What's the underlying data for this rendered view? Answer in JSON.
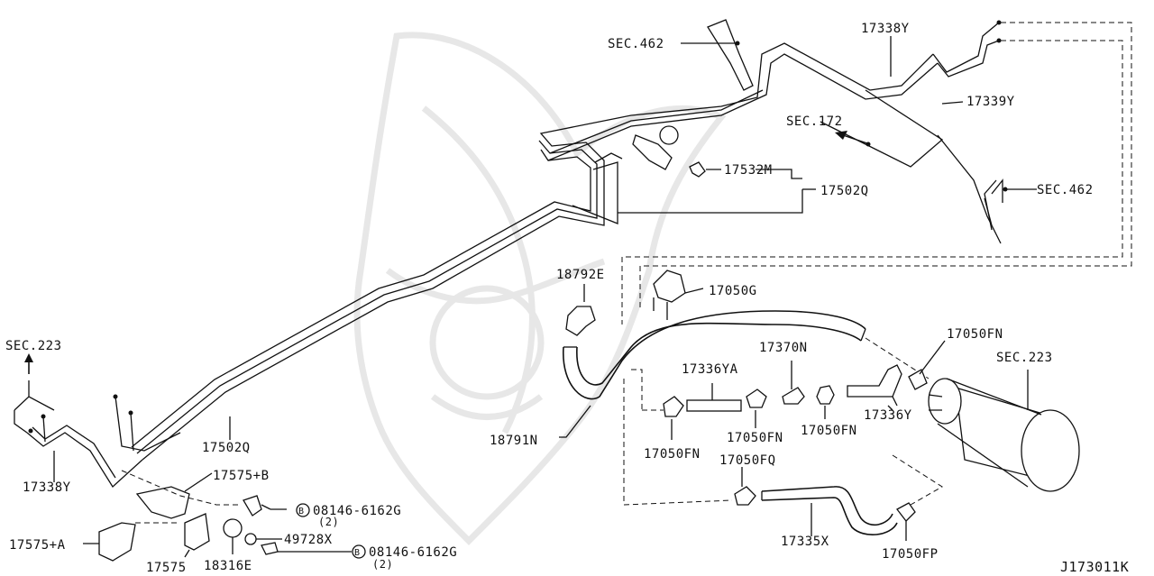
{
  "diagram_id": "J173011K",
  "section_refs": {
    "sec462_top": "SEC.462",
    "sec462_right": "SEC.462",
    "sec172": "SEC.172",
    "sec223_left": "SEC.223",
    "sec223_right": "SEC.223"
  },
  "part_labels": {
    "p17338Y_top": "17338Y",
    "p17339Y": "17339Y",
    "p17532M": "17532M",
    "p17502Q_top": "17502Q",
    "p17502Q_bottom": "17502Q",
    "p18792E": "18792E",
    "p17050G": "17050G",
    "p17050FN_right": "17050FN",
    "p17370N": "17370N",
    "p17336YA": "17336YA",
    "p17336Y": "17336Y",
    "p17050FN_a": "17050FN",
    "p17050FN_b": "17050FN",
    "p17050FN_c": "17050FN",
    "p17050FQ": "17050FQ",
    "p18791N": "18791N",
    "p17338Y_left": "17338Y",
    "p17575B": "17575+B",
    "p17575A": "17575+A",
    "p17575": "17575",
    "p18316E": "18316E",
    "p49728X": "49728X",
    "p17335X": "17335X",
    "p17050FP": "17050FP"
  },
  "bolts": {
    "bolt1_circle": "B",
    "bolt1_code": "08146-6162G",
    "bolt1_qty": "(2)",
    "bolt2_circle": "B",
    "bolt2_code": "08146-6162G",
    "bolt2_qty": "(2)"
  }
}
